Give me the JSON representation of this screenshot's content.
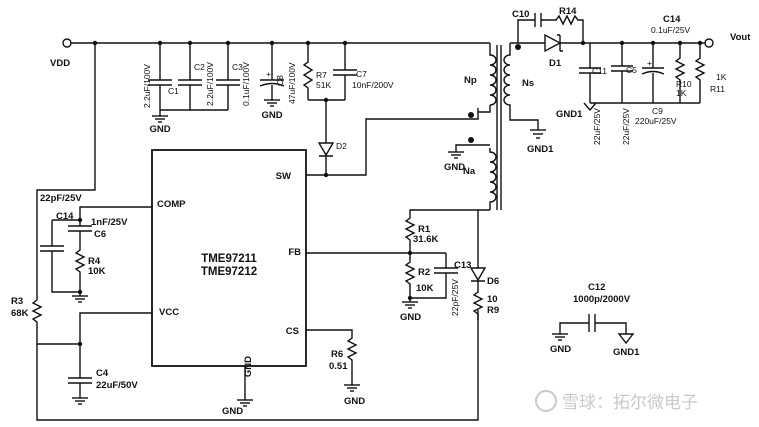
{
  "ic": {
    "part1": "TME97211",
    "part2": "TME97212",
    "pins": {
      "sw": "SW",
      "comp": "COMP",
      "fb": "FB",
      "vcc": "VCC",
      "cs": "CS",
      "gnd": "GND"
    }
  },
  "nets": {
    "vdd": "VDD",
    "vout": "Vout",
    "gnd": "GND",
    "gnd1": "GND1"
  },
  "transformer": {
    "np": "Np",
    "ns": "Ns",
    "na": "Na"
  },
  "components": {
    "c1": {
      "ref": "C1",
      "value": "2.2uF/100V"
    },
    "c2": {
      "ref": "C2",
      "value": "2.2uF/100V"
    },
    "c3": {
      "ref": "C3",
      "value": "0.1uF/100V"
    },
    "c8": {
      "ref": "C8",
      "value": "47uF/100V"
    },
    "r7": {
      "ref": "R7",
      "value": "51K"
    },
    "c7": {
      "ref": "C7",
      "value": "10nF/200V"
    },
    "d2": {
      "ref": "D2"
    },
    "c10": {
      "ref": "C10"
    },
    "r14": {
      "ref": "R14"
    },
    "d1": {
      "ref": "D1"
    },
    "c11": {
      "ref": "C11",
      "value": "22uF/25V"
    },
    "c5": {
      "ref": "C5",
      "value": "22uF/25V"
    },
    "c9": {
      "ref": "C9",
      "value": "220uF/25V"
    },
    "c14o": {
      "ref": "C14",
      "value": "0.1uF/25V"
    },
    "r10": {
      "ref": "R10",
      "value": "1K"
    },
    "r11": {
      "ref": "R11",
      "value": "1K"
    },
    "r3": {
      "ref": "R3",
      "value": "68K"
    },
    "c14": {
      "ref": "C14",
      "value": "22pF/25V"
    },
    "c6": {
      "ref": "C6",
      "value": "1nF/25V"
    },
    "r4": {
      "ref": "R4",
      "value": "10K"
    },
    "c4": {
      "ref": "C4",
      "value": "22uF/50V"
    },
    "r1": {
      "ref": "R1",
      "value": "31.6K"
    },
    "r2": {
      "ref": "R2",
      "value": "10K"
    },
    "c13": {
      "ref": "C13",
      "value": "22pF/25V"
    },
    "d6": {
      "ref": "D6"
    },
    "r9": {
      "ref": "R9",
      "value": "10"
    },
    "r6": {
      "ref": "R6",
      "value": "0.51"
    },
    "c12": {
      "ref": "C12",
      "value": "1000p/2000V"
    }
  },
  "watermark": "雪球：拓尔微电子"
}
